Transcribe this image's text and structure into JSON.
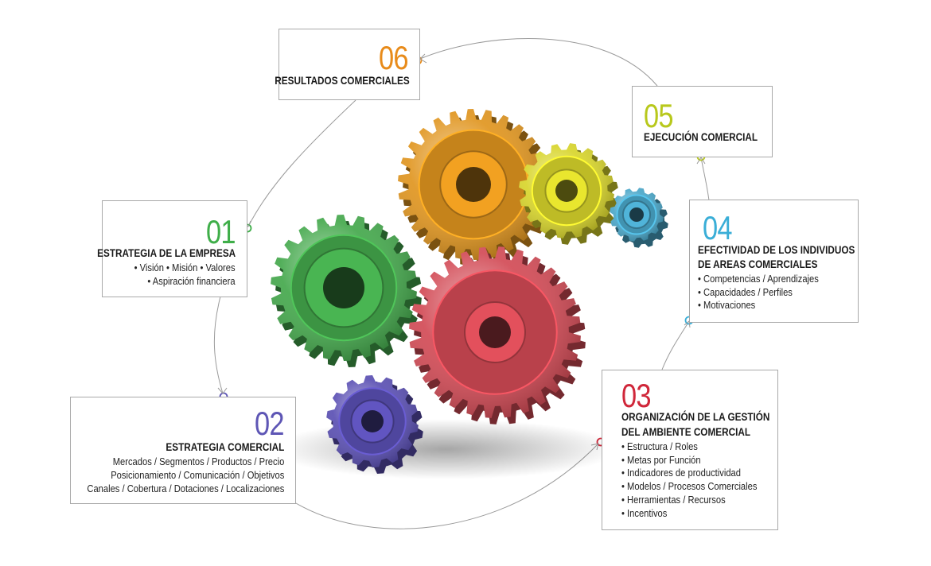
{
  "colors": {
    "step01": "#3fae49",
    "step02": "#5e56b5",
    "step03": "#d0273a",
    "step04": "#3aaed7",
    "step05": "#b8c81c",
    "step06": "#e88b1a",
    "connector": "#9a9a9a",
    "card_border": "#a9a9a9"
  },
  "steps": {
    "s01": {
      "number": "01",
      "title": "ESTRATEGIA DE LA EMPRESA",
      "items": [
        "• Visión  • Misión  • Valores",
        "• Aspiración financiera"
      ]
    },
    "s02": {
      "number": "02",
      "title": "ESTRATEGIA COMERCIAL",
      "items": [
        "Mercados / Segmentos / Productos / Precio",
        "Posicionamiento / Comunicación / Objetivos",
        "Canales / Cobertura / Dotaciones / Localizaciones"
      ]
    },
    "s03": {
      "number": "03",
      "title_line1": "ORGANIZACIÓN DE LA GESTIÓN",
      "title_line2": "DEL AMBIENTE COMERCIAL",
      "items": [
        "Estructura / Roles",
        "Metas por Función",
        "Indicadores de productividad",
        "Modelos / Procesos Comerciales",
        "Herramientas / Recursos",
        "Incentivos"
      ]
    },
    "s04": {
      "number": "04",
      "title_line1": "EFECTIVIDAD DE LOS INDIVIDUOS",
      "title_line2": "DE AREAS COMERCIALES",
      "items": [
        "Competencias / Aprendizajes",
        "Capacidades / Perfiles",
        "Motivaciones"
      ]
    },
    "s05": {
      "number": "05",
      "title": "EJECUCIÓN COMERCIAL"
    },
    "s06": {
      "number": "06",
      "title": "RESULTADOS COMERCIALES"
    }
  },
  "gears": [
    {
      "name": "orange-gear",
      "color": "#e0951f"
    },
    {
      "name": "yellow-gear",
      "color": "#d8d52b"
    },
    {
      "name": "blue-gear",
      "color": "#4aa7c9"
    },
    {
      "name": "green-gear",
      "color": "#44a84c"
    },
    {
      "name": "red-gear",
      "color": "#d24a55"
    },
    {
      "name": "purple-gear",
      "color": "#5a4fb3"
    }
  ]
}
